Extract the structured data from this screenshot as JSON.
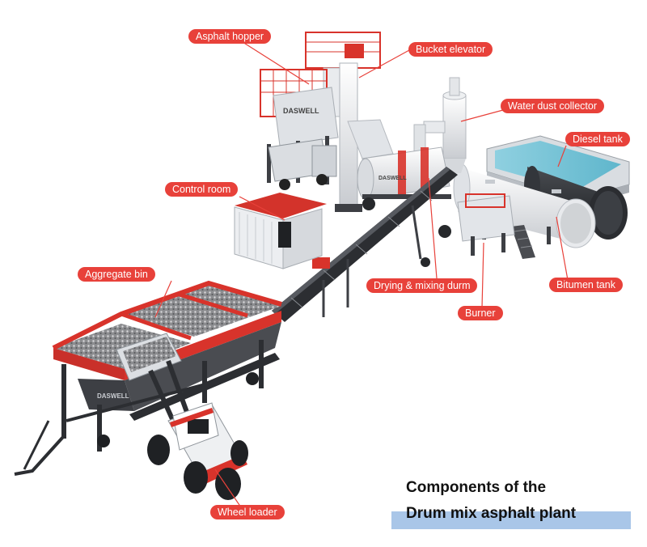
{
  "labels": {
    "asphalt_hopper": "Asphalt hopper",
    "bucket_elevator": "Bucket elevator",
    "water_dust_collector": "Water dust collector",
    "diesel_tank": "Diesel tank",
    "control_room": "Control room",
    "aggregate_bin": "Aggregate bin",
    "drying_mixing_drum": "Drying & mixing durm",
    "bitumen_tank": "Bitumen tank",
    "burner": "Burner",
    "wheel_loader": "Wheel loader"
  },
  "brand": "DASWELL",
  "caption": {
    "line1": "Components of the",
    "line2": "Drum mix asphalt plant"
  },
  "colors": {
    "callout": "#e8413a",
    "accent_red": "#d8332b",
    "frame_dark": "#3d3f44",
    "body_white": "#eef0f2",
    "caption_band": "#a9c6e8"
  }
}
